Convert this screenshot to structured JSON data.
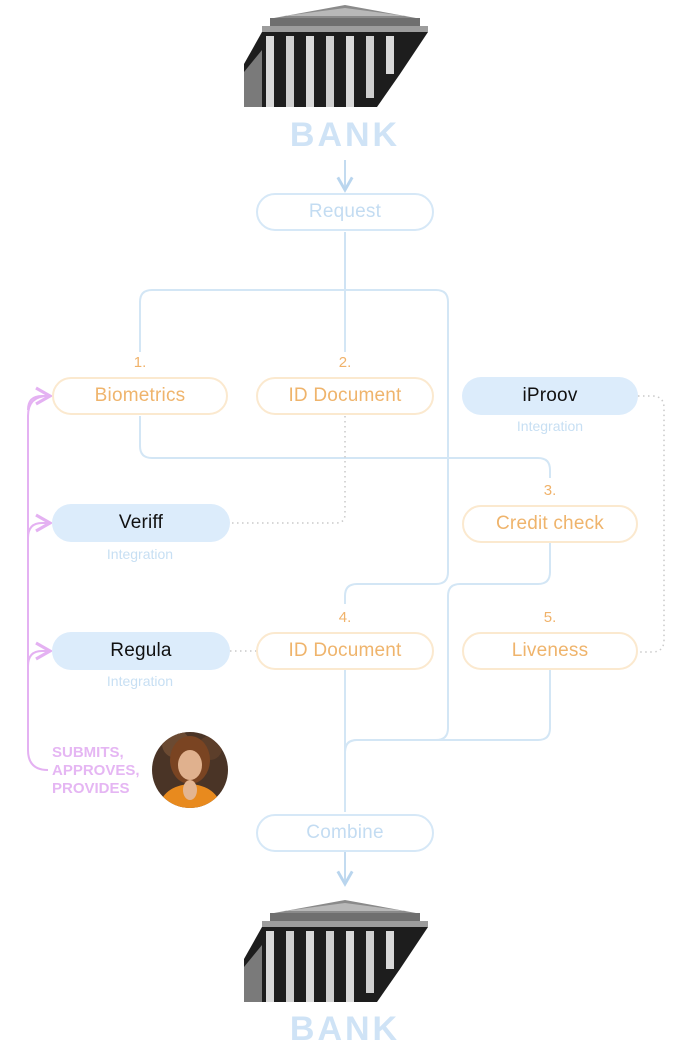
{
  "bank_top": {
    "label": "BANK"
  },
  "bank_bottom": {
    "label": "BANK"
  },
  "request": {
    "label": "Request"
  },
  "combine": {
    "label": "Combine"
  },
  "steps": {
    "biometrics": {
      "number": "1.",
      "label": "Biometrics"
    },
    "id_document_1": {
      "number": "2.",
      "label": "ID Document"
    },
    "credit_check": {
      "number": "3.",
      "label": "Credit check"
    },
    "id_document_2": {
      "number": "4.",
      "label": "ID Document"
    },
    "liveness": {
      "number": "5.",
      "label": "Liveness"
    }
  },
  "integrations": {
    "iproov": {
      "label": "iProov",
      "sub": "Integration"
    },
    "veriff": {
      "label": "Veriff",
      "sub": "Integration"
    },
    "regula": {
      "label": "Regula",
      "sub": "Integration"
    }
  },
  "actor": {
    "lines": [
      "SUBMITS,",
      "APPROVES,",
      "PROVIDES"
    ]
  },
  "colors": {
    "flow_line": "#cde2f4",
    "step_text": "#efb46c",
    "actor_line": "#e4b1f2",
    "integration_fill": "#dcecfb"
  },
  "icons": [
    "bank-building-icon",
    "person-avatar-icon",
    "arrow-down-icon",
    "arrow-right-icon"
  ]
}
